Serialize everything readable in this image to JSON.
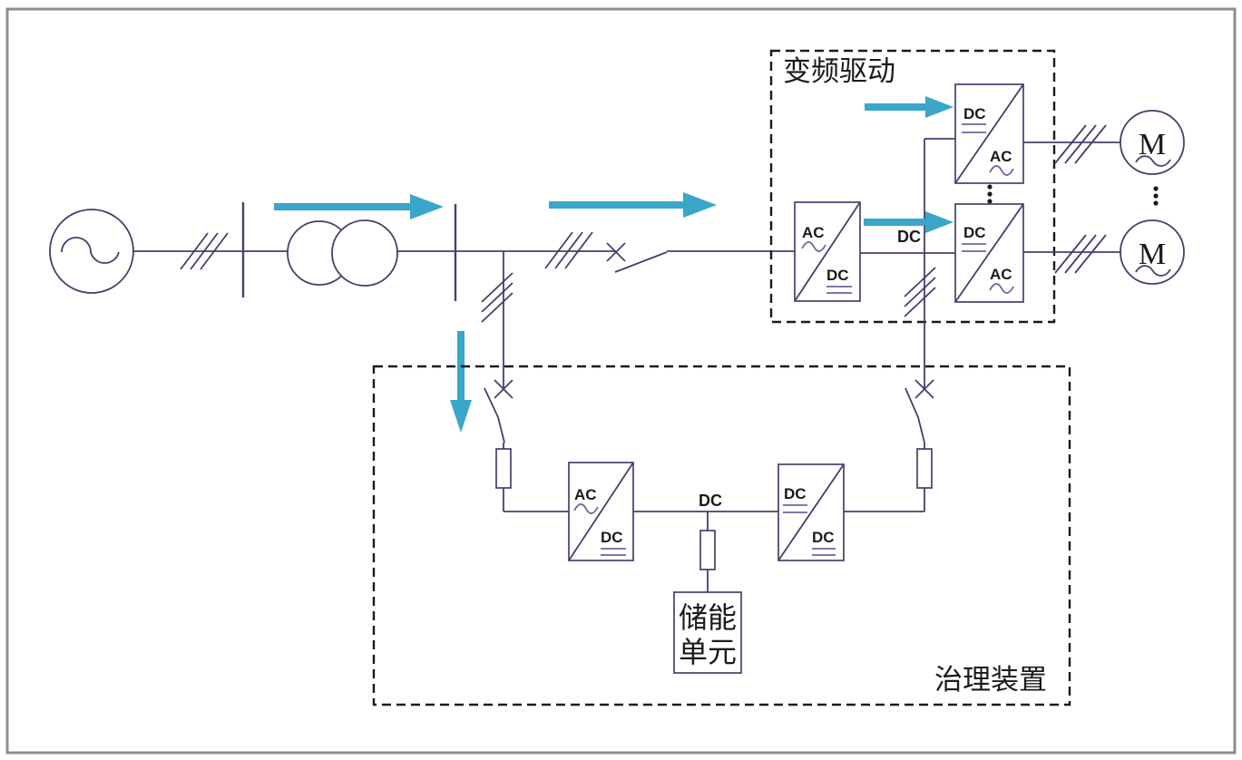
{
  "diagram": {
    "kind": "single-line power diagram: grid, variable-frequency drive and treatment device with energy storage"
  },
  "colors": {
    "wire": "#453f6e",
    "wire_light": "#6b64a0",
    "text": "#1a1a1a",
    "arrow": "#3aa6c9",
    "dash": "#1a1a1a",
    "frame": "#8c8c8c"
  },
  "vfd": {
    "title": "变频驱动",
    "rectifier": {
      "in_label": "AC",
      "out_label": "DC"
    },
    "inverter_top": {
      "in_label": "DC",
      "out_label": "AC"
    },
    "inverter_bottom": {
      "in_label": "DC",
      "out_label": "AC"
    },
    "dc_bus_label": "DC"
  },
  "motors": {
    "top_label": "M",
    "bottom_label": "M"
  },
  "treatment": {
    "title": "治理装置",
    "rectifier": {
      "in_label": "AC",
      "out_label": "DC"
    },
    "dcdc": {
      "in_label": "DC",
      "out_label": "DC"
    },
    "dc_bus_label": "DC",
    "storage": {
      "label_line1": "储能",
      "label_line2": "单元"
    }
  }
}
